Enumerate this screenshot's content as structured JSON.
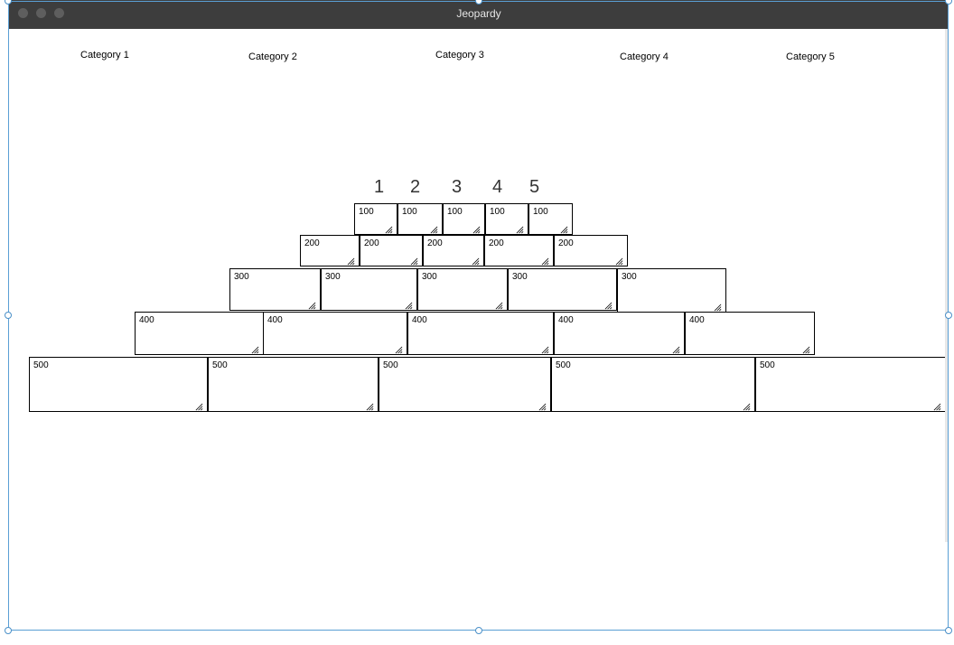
{
  "window": {
    "title": "Jeopardy"
  },
  "categories": [
    "Category 1",
    "Category 2",
    "Category 3",
    "Category 4",
    "Category 5"
  ],
  "column_numbers": [
    "1",
    "2",
    "3",
    "4",
    "5"
  ],
  "rows": [
    {
      "values": [
        "100",
        "100",
        "100",
        "100",
        "100"
      ]
    },
    {
      "values": [
        "200",
        "200",
        "200",
        "200",
        "200"
      ]
    },
    {
      "values": [
        "300",
        "300",
        "300",
        "300",
        "300"
      ]
    },
    {
      "values": [
        "400",
        "400",
        "400",
        "400",
        "400"
      ]
    },
    {
      "values": [
        "500",
        "500",
        "500",
        "500",
        "500"
      ]
    }
  ],
  "colors": {
    "titlebar": "#3d3d3d",
    "selection": "#5a9fd4"
  }
}
